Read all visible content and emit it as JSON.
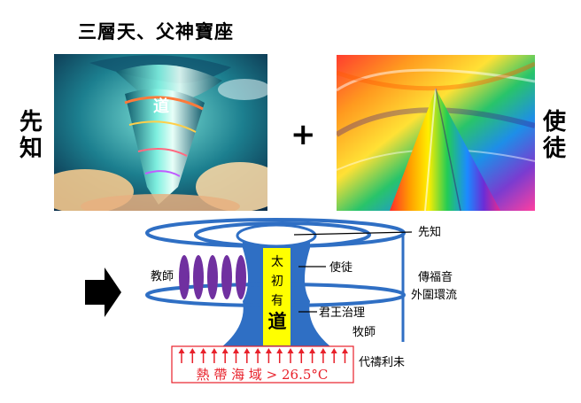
{
  "title": "三層天、父神寶座",
  "left_label": "先\n知",
  "right_label": "使\n徒",
  "plus_sign": "+",
  "tornado_label": "道",
  "diagram": {
    "label_prophet": "先知",
    "label_teacher": "教師",
    "label_apostle": "使徒",
    "label_evangelist_1": "傳福音",
    "label_evangelist_2": "外圍環流",
    "core_line_1": "太",
    "core_line_2": "初",
    "core_line_3": "有",
    "core_line_4": "道",
    "label_king": "君王治理",
    "label_pastor": "牧師",
    "label_intercession": "代禱利未",
    "heat_text": "熱 帶 海 域  >  26.5°C"
  },
  "colors": {
    "ring_blue": "#2f6fc4",
    "core_yellow": "#ffff00",
    "teacher_purple": "#7030a0",
    "heat_red": "#e8202a"
  }
}
